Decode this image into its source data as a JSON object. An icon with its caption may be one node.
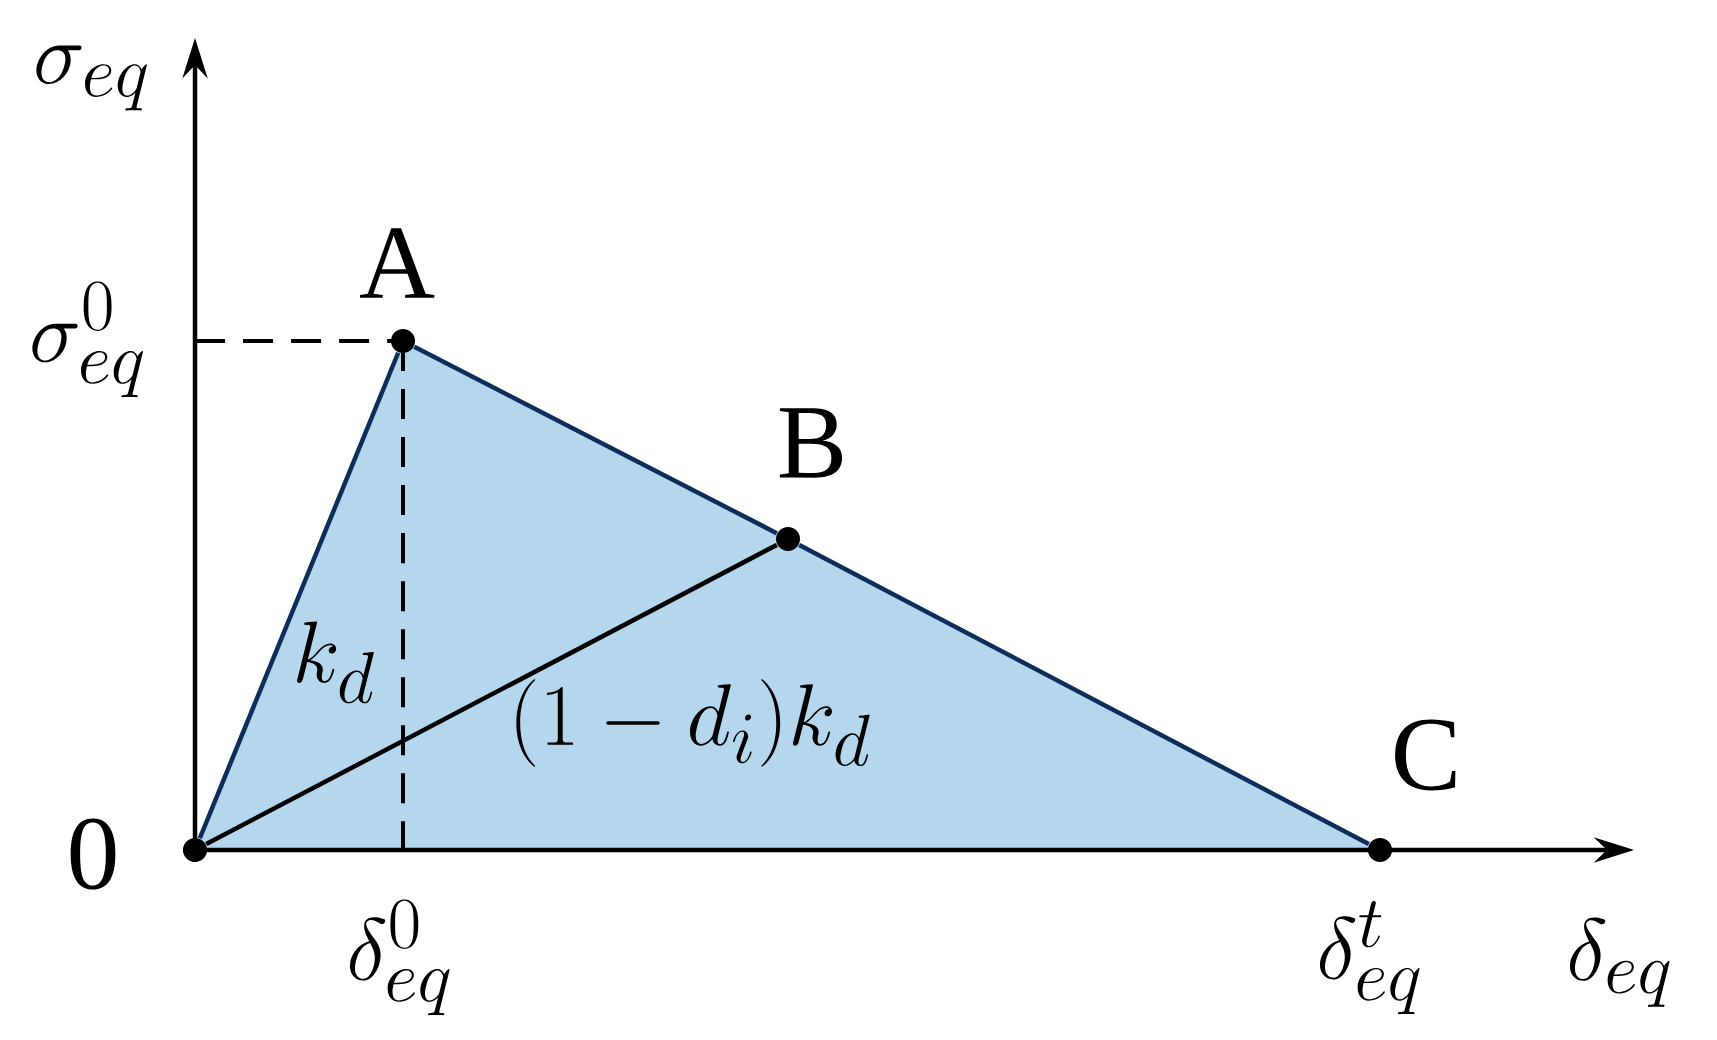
{
  "diagram": {
    "nodes": [
      {
        "text": [
          "0"
        ]
      },
      {
        "text": [
          "A"
        ]
      },
      {
        "text": [
          "B"
        ]
      },
      {
        "text": [
          "C"
        ]
      }
    ],
    "edges": [
      {
        "from": 0,
        "to": 1,
        "arrow": "none",
        "label": "k_{d}"
      },
      {
        "from": 1,
        "to": 2,
        "arrow": "none"
      },
      {
        "from": 2,
        "to": 3,
        "arrow": "none"
      },
      {
        "from": 0,
        "to": 2,
        "arrow": "none",
        "color": "#000000",
        "label": "(1-d_{i})k_{d}"
      }
    ],
    "labels": [
      "\\sigma_{eq}",
      "\\sigma_{eq}^{0}",
      "\\delta_{eq}^{0}",
      "\\delta_{eq}^{t}",
      "\\delta_{eq}"
    ]
  }
}
